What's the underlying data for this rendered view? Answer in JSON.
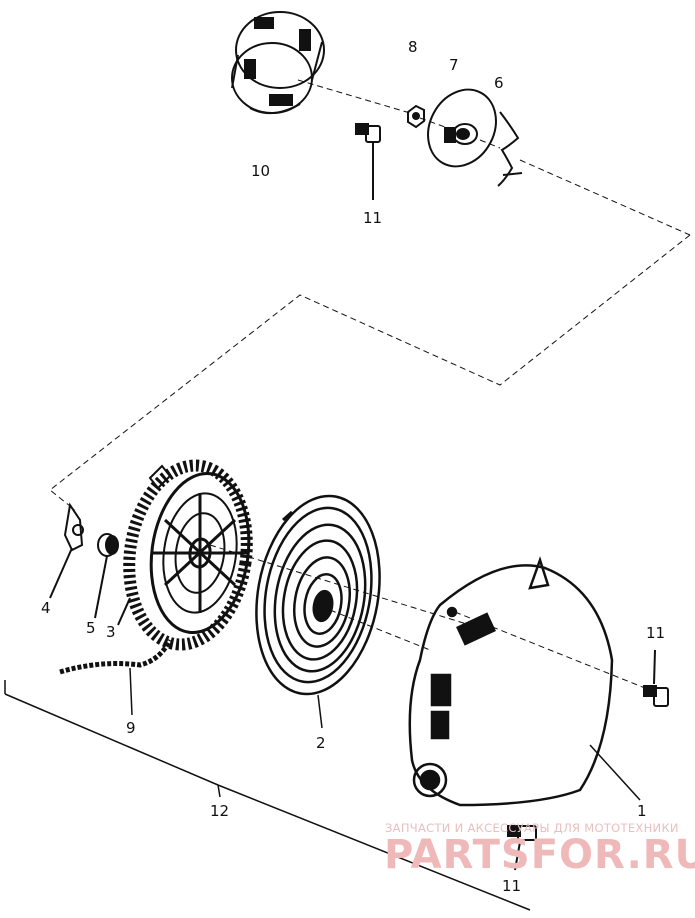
{
  "callouts": {
    "c1": "1",
    "c2": "2",
    "c3": "3",
    "c4": "4",
    "c5": "5",
    "c6": "6",
    "c7": "7",
    "c8": "8",
    "c9": "9",
    "c10": "10",
    "c11a": "11",
    "c11b": "11",
    "c11c": "11",
    "c12": "12"
  },
  "watermark": {
    "tagline": "ЗАПЧАСТИ И АКСЕССУАРЫ ДЛЯ МОТОТЕХНИКИ",
    "brand": "PARTSFOR.RU"
  },
  "colors": {
    "ink": "#111111",
    "watermark": "#f0b9b9"
  }
}
